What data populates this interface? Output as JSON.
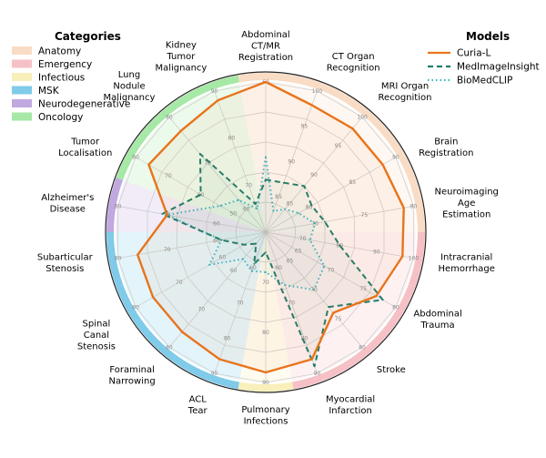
{
  "chart_data": {
    "type": "radar",
    "title": "",
    "axes": [
      {
        "label": "Abdominal CT/MR Registration",
        "lines": [
          "Abdominal",
          "CT/MR",
          "Registration"
        ],
        "category": "Anatomy",
        "scale": [
          50,
          60
        ],
        "ticks": [
          "60"
        ]
      },
      {
        "label": "CT Organ Recognition",
        "lines": [
          "CT Organ",
          "Recognition"
        ],
        "category": "Anatomy",
        "scale": [
          80,
          100
        ],
        "ticks": [
          "85",
          "90",
          "95",
          "100"
        ]
      },
      {
        "label": "MRI Organ Recognition",
        "lines": [
          "MRI Organ",
          "Recognition"
        ],
        "category": "Anatomy",
        "scale": [
          80,
          100
        ],
        "ticks": [
          "85",
          "90",
          "95",
          "100"
        ]
      },
      {
        "label": "Brain Registration",
        "lines": [
          "Brain",
          "Registration"
        ],
        "category": "Anatomy",
        "scale": [
          75,
          90
        ],
        "ticks": [
          "80",
          "85",
          "90"
        ]
      },
      {
        "label": "Neuroimaging Age Estimation",
        "lines": [
          "Neuroimaging",
          "Age",
          "Estimation"
        ],
        "category": "Anatomy",
        "scale": [
          65,
          80
        ],
        "ticks": [
          "70",
          "75",
          "80"
        ]
      },
      {
        "label": "Intracranial Hemorrhage",
        "lines": [
          "Intracranial",
          "Hemorrhage"
        ],
        "category": "Emergency",
        "scale": [
          60,
          100
        ],
        "ticks": [
          "70",
          "80",
          "90",
          "100"
        ]
      },
      {
        "label": "Abdominal Trauma",
        "lines": [
          "Abdominal",
          "Trauma"
        ],
        "category": "Emergency",
        "scale": [
          60,
          80
        ],
        "ticks": [
          "65",
          "70",
          "75",
          "80"
        ]
      },
      {
        "label": "Stroke",
        "lines": [
          "Stroke"
        ],
        "category": "Emergency",
        "scale": [
          60,
          80
        ],
        "ticks": [
          "65",
          "70",
          "75",
          "80"
        ]
      },
      {
        "label": "Myocardial Infarction",
        "lines": [
          "Myocardial",
          "Infarction"
        ],
        "category": "Emergency",
        "scale": [
          50,
          90
        ],
        "ticks": [
          "60",
          "70",
          "80",
          "90"
        ]
      },
      {
        "label": "Pulmonary Infections",
        "lines": [
          "Pulmonary",
          "Infections"
        ],
        "category": "Infectious",
        "scale": [
          60,
          90
        ],
        "ticks": [
          "70",
          "80",
          "90"
        ]
      },
      {
        "label": "ACL Tear",
        "lines": [
          "ACL",
          "Tear"
        ],
        "category": "MSK",
        "scale": [
          50,
          90
        ],
        "ticks": [
          "60",
          "70",
          "80",
          "90"
        ]
      },
      {
        "label": "Foraminal Narrowing",
        "lines": [
          "Foraminal",
          "Narrowing"
        ],
        "category": "MSK",
        "scale": [
          50,
          80
        ],
        "ticks": [
          "60",
          "70",
          "80"
        ]
      },
      {
        "label": "Spinal Canal Stenosis",
        "lines": [
          "Spinal",
          "Canal",
          "Stenosis"
        ],
        "category": "MSK",
        "scale": [
          50,
          80
        ],
        "ticks": [
          "60",
          "70",
          "80"
        ]
      },
      {
        "label": "Subarticular Stenosis",
        "lines": [
          "Subarticular",
          "Stenosis"
        ],
        "category": "MSK",
        "scale": [
          50,
          80
        ],
        "ticks": [
          "60",
          "70",
          "80"
        ]
      },
      {
        "label": "Alzheimer's Disease",
        "lines": [
          "Alzheimer's",
          "Disease"
        ],
        "category": "Neurodegenerative",
        "scale": [
          50,
          80
        ],
        "ticks": [
          "60",
          "70",
          "80"
        ]
      },
      {
        "label": "Tumor Localisation",
        "lines": [
          "Tumor",
          "Localisation"
        ],
        "category": "Oncology",
        "scale": [
          40,
          80
        ],
        "ticks": [
          "50",
          "60",
          "70",
          "80"
        ]
      },
      {
        "label": "Lung Nodule Malignancy",
        "lines": [
          "Lung",
          "Nodule",
          "Malignancy"
        ],
        "category": "Oncology",
        "scale": [
          55,
          80
        ],
        "ticks": [
          "60",
          "70",
          "80"
        ]
      },
      {
        "label": "Kidney Tumor Malignancy",
        "lines": [
          "Kidney",
          "Tumor",
          "Malignancy"
        ],
        "category": "Oncology",
        "scale": [
          60,
          90
        ],
        "ticks": [
          "70",
          "80",
          "90"
        ]
      }
    ],
    "series": [
      {
        "name": "Curia-L",
        "color": "#e8741c",
        "style": "solid",
        "values": [
          60,
          98,
          98,
          88.5,
          79,
          97,
          77,
          74,
          86,
          88,
          86,
          76,
          76,
          76,
          70,
          76,
          77,
          88
        ]
      },
      {
        "name": "MedImageInsight",
        "color": "#1e7d6c",
        "style": "dashed",
        "values": [
          53.5,
          87,
          88,
          80.3,
          71,
          80,
          78,
          73,
          88,
          64,
          59,
          53,
          55,
          59,
          71,
          60,
          72,
          66
        ]
      },
      {
        "name": "BioMedCLIP",
        "color": "#39b5c6",
        "style": "dotted",
        "values": [
          55,
          83,
          84,
          78.8,
          70,
          72,
          69,
          70,
          65,
          68,
          61,
          57,
          63,
          59,
          70,
          54,
          62,
          65
        ]
      }
    ],
    "categories": [
      {
        "name": "Anatomy",
        "color": "#f9dcc5"
      },
      {
        "name": "Emergency",
        "color": "#f6c1c6"
      },
      {
        "name": "Infectious",
        "color": "#f9efbb"
      },
      {
        "name": "MSK",
        "color": "#7fcbe9"
      },
      {
        "name": "Neurodegenerative",
        "color": "#c1a8e0"
      },
      {
        "name": "Oncology",
        "color": "#a6e8a6"
      }
    ],
    "legend": {
      "categories_title": "Categories",
      "models_title": "Models",
      "categories_position": "top-left",
      "models_position": "top-right"
    },
    "grid": true
  }
}
